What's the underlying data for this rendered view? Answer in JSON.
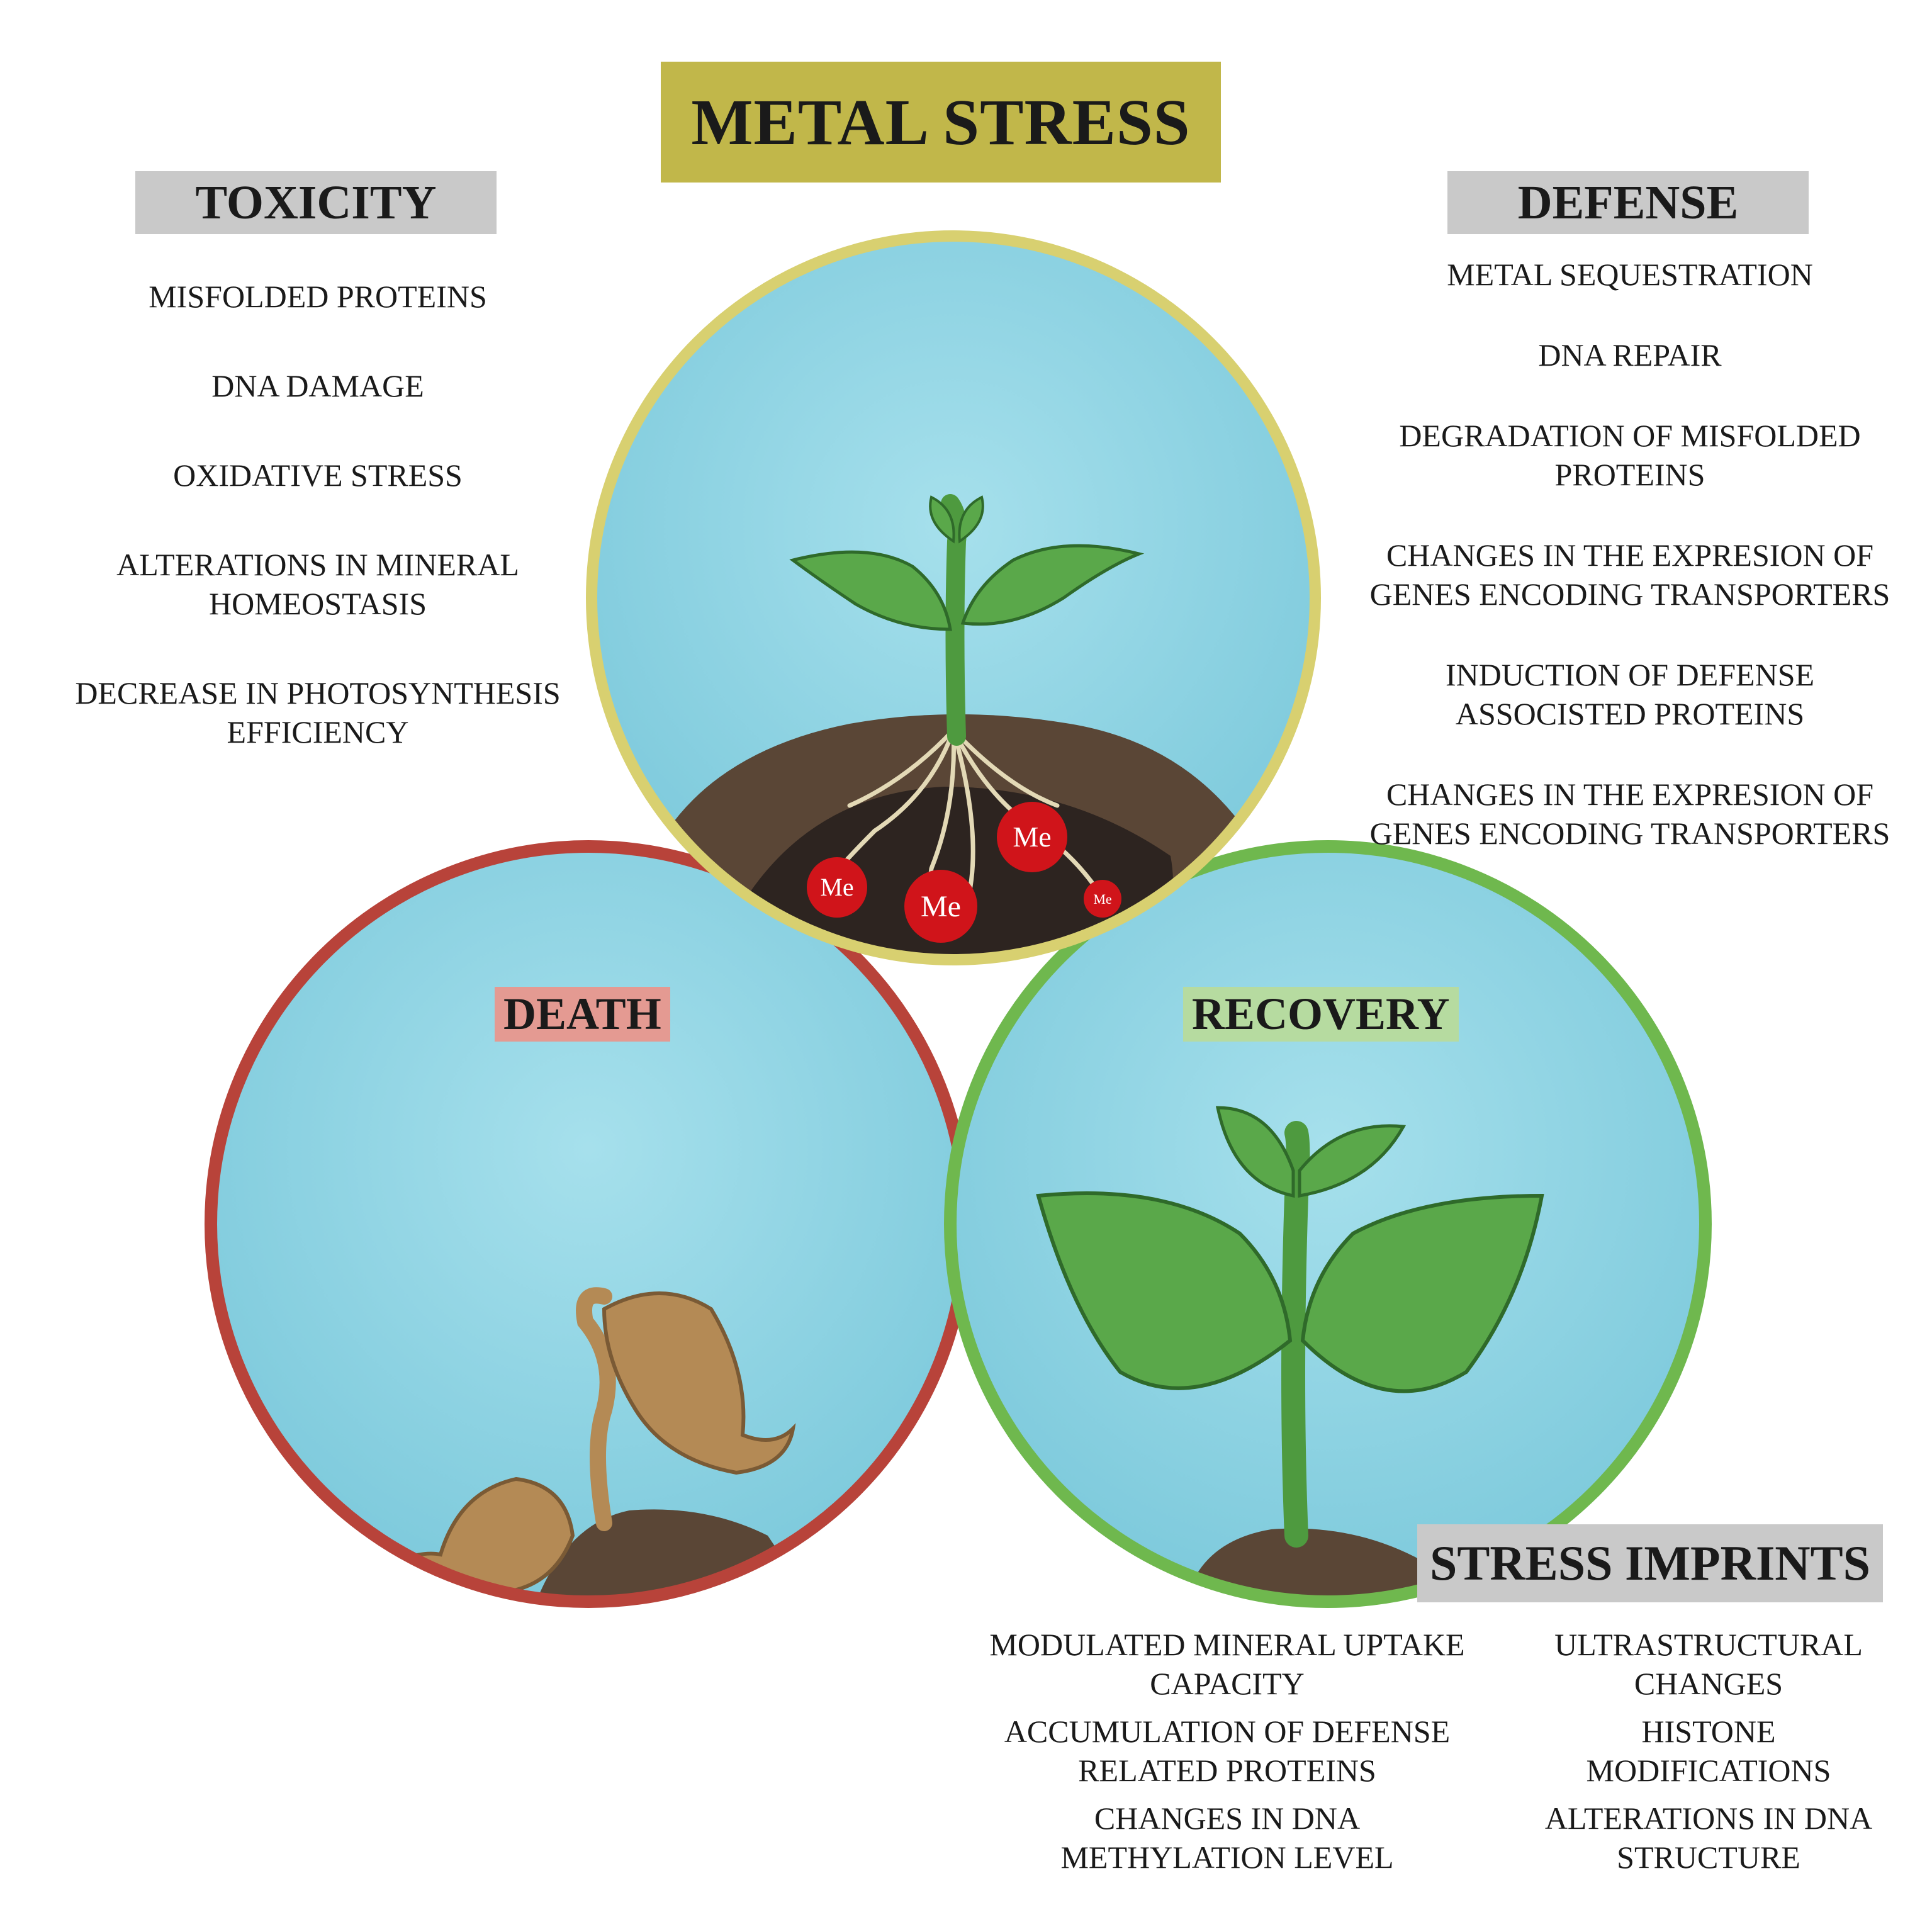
{
  "title": "METAL STRESS",
  "toxicity": {
    "title": "TOXICITY",
    "items": [
      "MISFOLDED PROTEINS",
      "DNA DAMAGE",
      "OXIDATIVE STRESS",
      "ALTERATIONS IN MINERAL\nHOMEOSTASIS",
      "DECREASE IN PHOTOSYNTHESIS\nEFFICIENCY"
    ]
  },
  "defense": {
    "title": "DEFENSE",
    "items": [
      "METAL SEQUESTRATION",
      "DNA REPAIR",
      "DEGRADATION OF MISFOLDED\nPROTEINS",
      "CHANGES IN THE EXPRESION OF\nGENES ENCODING TRANSPORTERS",
      "INDUCTION OF DEFENSE\nASSOCISTED PROTEINS",
      "CHANGES IN THE EXPRESION OF\nGENES ENCODING TRANSPORTERS"
    ]
  },
  "circles": {
    "death_label": "DEATH",
    "recovery_label": "RECOVERY",
    "metal_ions": [
      "Me",
      "Me",
      "Me",
      "Me"
    ]
  },
  "stress_imprints": {
    "title": "STRESS IMPRINTS",
    "left_items": [
      "MODULATED MINERAL UPTAKE\nCAPACITY",
      "ACCUMULATION OF DEFENSE\nRELATED PROTEINS",
      "CHANGES IN DNA\nMETHYLATION LEVEL"
    ],
    "right_items": [
      "ULTRASTRUCTURAL\nCHANGES",
      "HISTONE\nMODIFICATIONS",
      "ALTERATIONS IN DNA\nSTRUCTURE"
    ]
  },
  "colors": {
    "title_bg": "#c1b74a",
    "section_bg": "#c9c9c9",
    "sky": "#8fd3e2",
    "top_ring": "#d8d070",
    "death_ring": "#b8433a",
    "recovery_ring": "#6fb84e",
    "metal_ion": "#d0141a"
  }
}
